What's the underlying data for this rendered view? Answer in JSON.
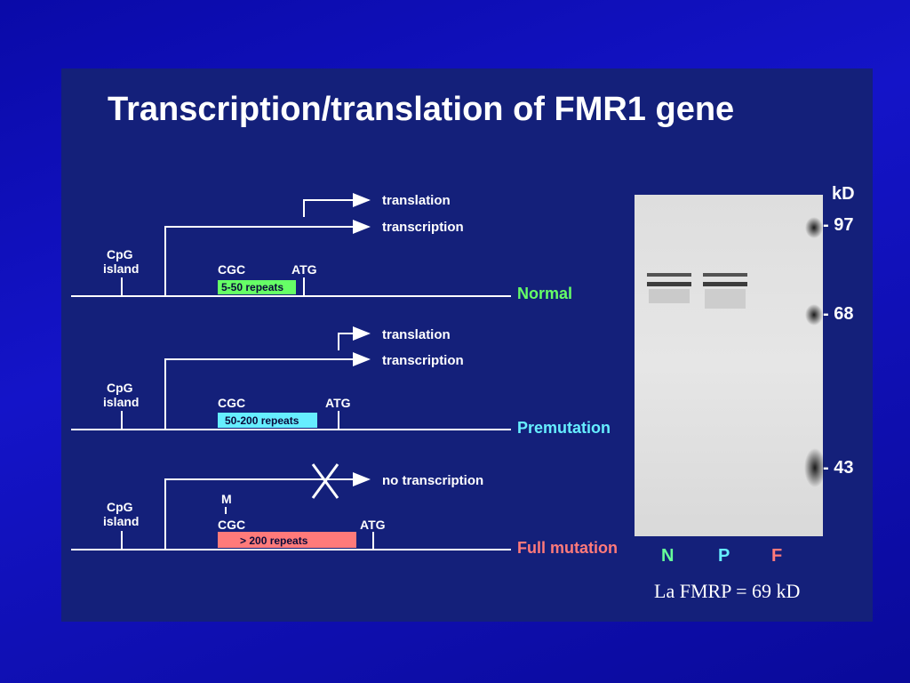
{
  "title": "Transcription/translation of FMR1 gene",
  "colors": {
    "background": "#1010b8",
    "panel": "#14207a",
    "normal": "#66ff66",
    "premutation": "#66eeff",
    "full_mutation": "#ff7a7a"
  },
  "rows": [
    {
      "cpg": [
        "CpG",
        "island"
      ],
      "cgc": "CGC",
      "atg": "ATG",
      "repeats": "5-50 repeats",
      "state": "Normal",
      "translation": "translation",
      "transcription": "transcription"
    },
    {
      "cpg": [
        "CpG",
        "island"
      ],
      "cgc": "CGC",
      "atg": "ATG",
      "repeats": "50-200 repeats",
      "state": "Premutation",
      "translation": "translation",
      "transcription": "transcription"
    },
    {
      "cpg": [
        "CpG",
        "island"
      ],
      "methyl": "M",
      "cgc": "CGC",
      "atg": "ATG",
      "repeats": "> 200 repeats",
      "state": "Full mutation",
      "no_transcription": "no transcription"
    }
  ],
  "blot": {
    "unit": "kD",
    "markers": [
      "- 97",
      "- 68",
      "- 43"
    ],
    "lanes": [
      "N",
      "P",
      "F"
    ]
  },
  "caption": "La FMRP = 69 kD"
}
